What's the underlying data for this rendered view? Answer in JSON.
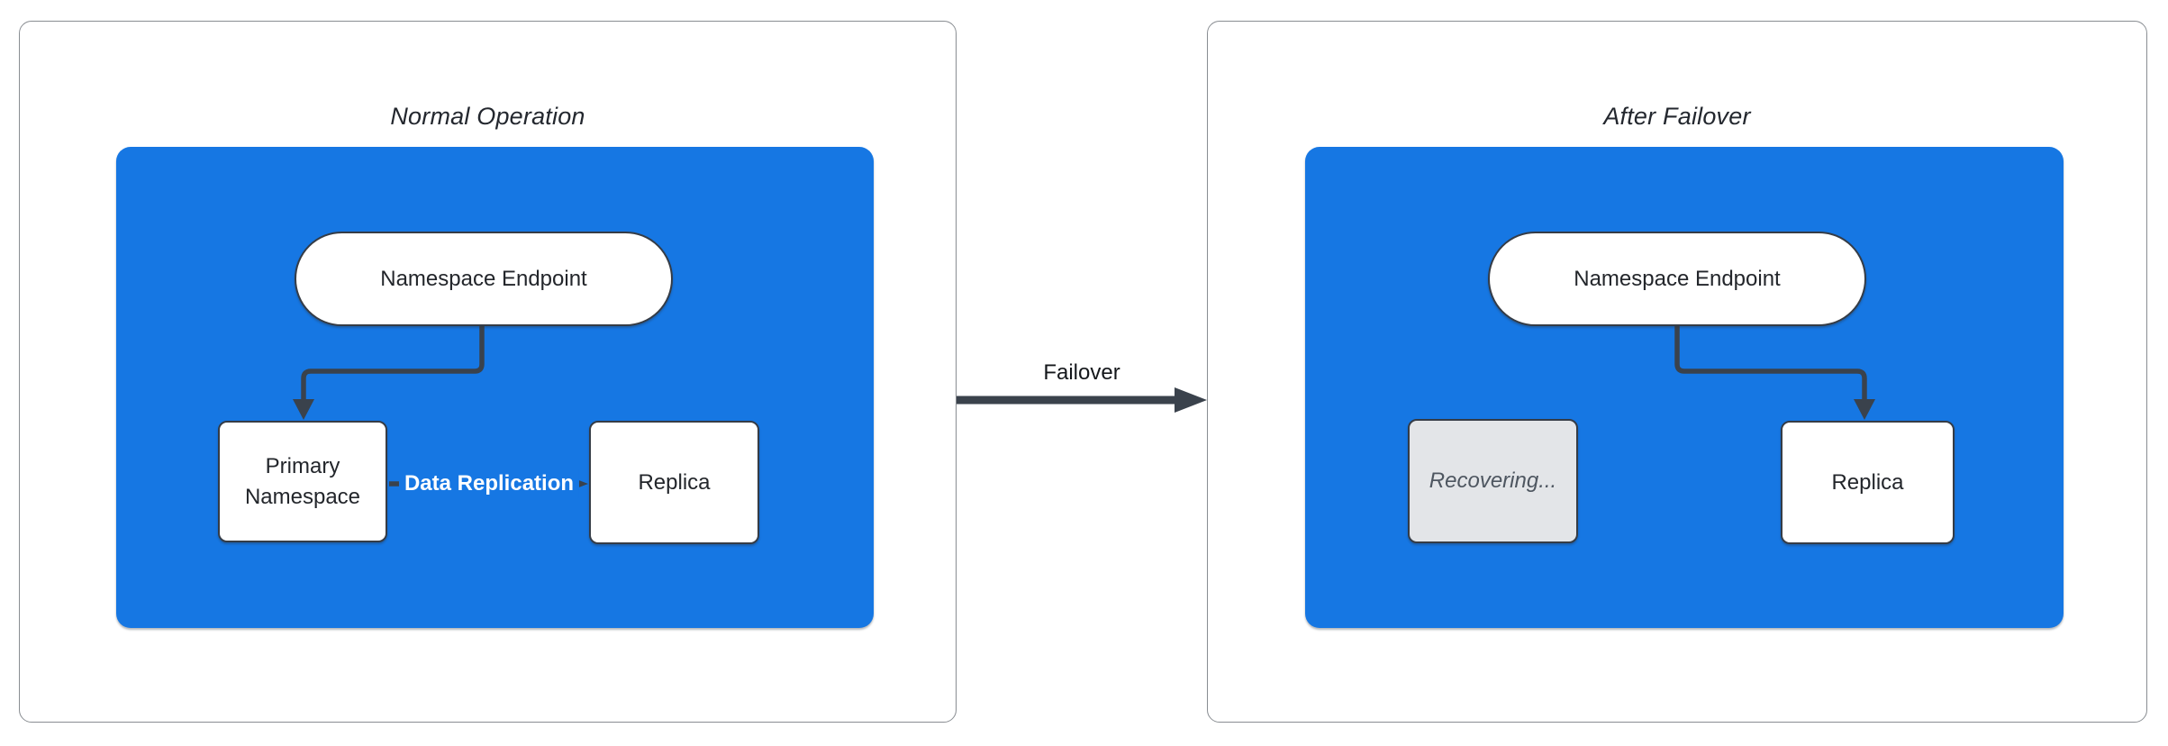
{
  "colors": {
    "canvas_bg": "#ffffff",
    "panel_border": "#898d92",
    "panel_bg": "#ffffff",
    "blue_container": "#1677e3",
    "node_bg": "#ffffff",
    "node_border": "#353c46",
    "connector": "#3a424c",
    "recovering_bg": "#e3e5e8",
    "recovering_text": "#4e5660",
    "title_text": "#23272e",
    "node_text": "#23262b",
    "edge_label_text": "#ffffff",
    "failover_text": "#14171b"
  },
  "left_panel": {
    "title": "Normal Operation",
    "nodes": {
      "endpoint": "Namespace Endpoint",
      "primary": "Primary Namespace",
      "replica": "Replica"
    },
    "edge_label": "Data Replication"
  },
  "transition_arrow": {
    "label": "Failover"
  },
  "right_panel": {
    "title": "After Failover",
    "nodes": {
      "endpoint": "Namespace Endpoint",
      "recovering": "Recovering...",
      "replica": "Replica"
    }
  }
}
